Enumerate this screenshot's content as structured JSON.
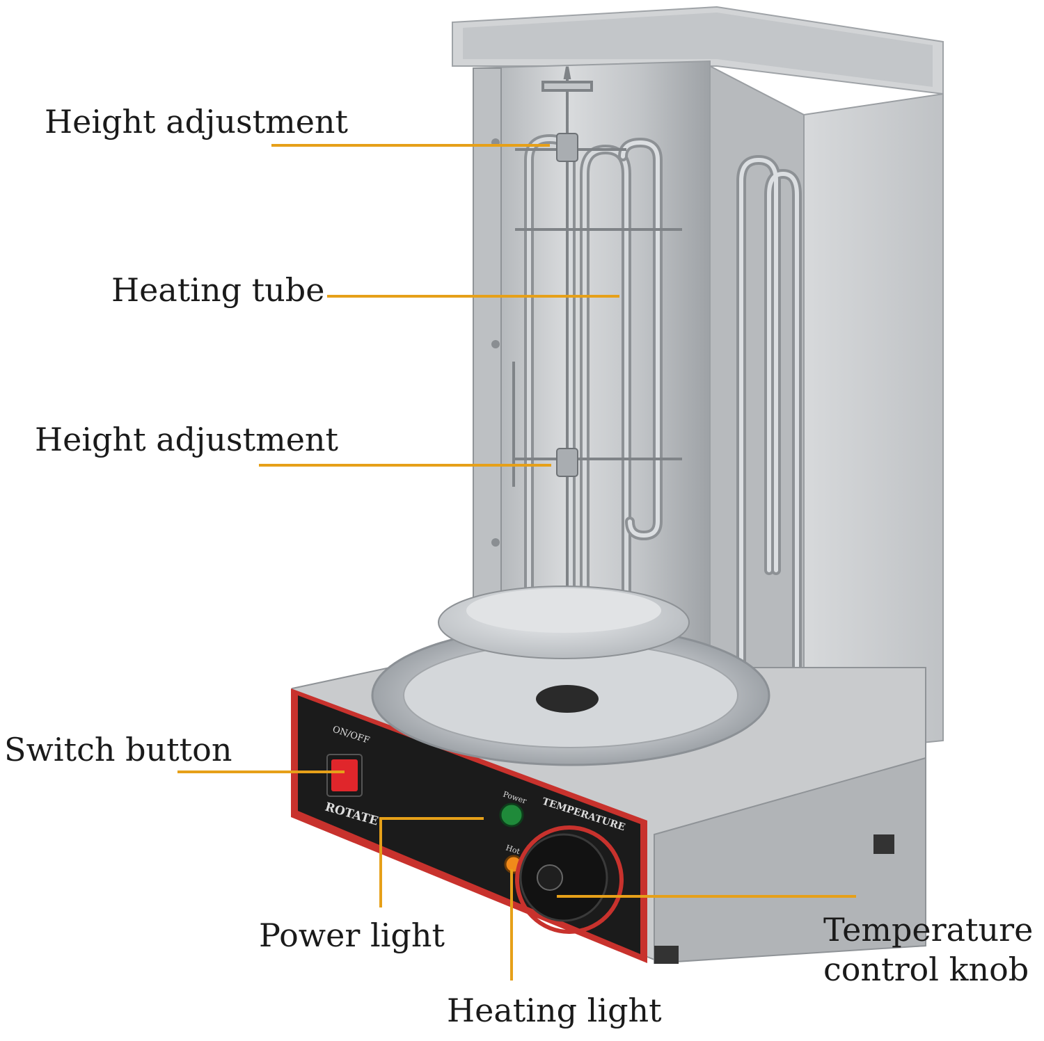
{
  "labels": {
    "height_adjustment_top": "Height adjustment",
    "heating_tube": "Heating tube",
    "height_adjustment_mid": "Height adjustment",
    "switch_button": "Switch button",
    "power_light": "Power light",
    "temperature_knob_line1": "Temperature",
    "temperature_knob_line2": "control knob",
    "heating_light": "Heating light"
  },
  "panel_text": {
    "on_off": "ON/OFF",
    "rotate": "ROTATE",
    "power": "Power",
    "temperature": "TEMPERATURE",
    "hot": "Hot"
  },
  "colors": {
    "leader": "#e6a019",
    "steel": "#c9cbcd",
    "panel": "#1b1b1b",
    "panel_trim": "#c8322d",
    "switch": "#e0262b",
    "power_led": "#1f8a3a",
    "heat_led": "#f08a1a"
  }
}
